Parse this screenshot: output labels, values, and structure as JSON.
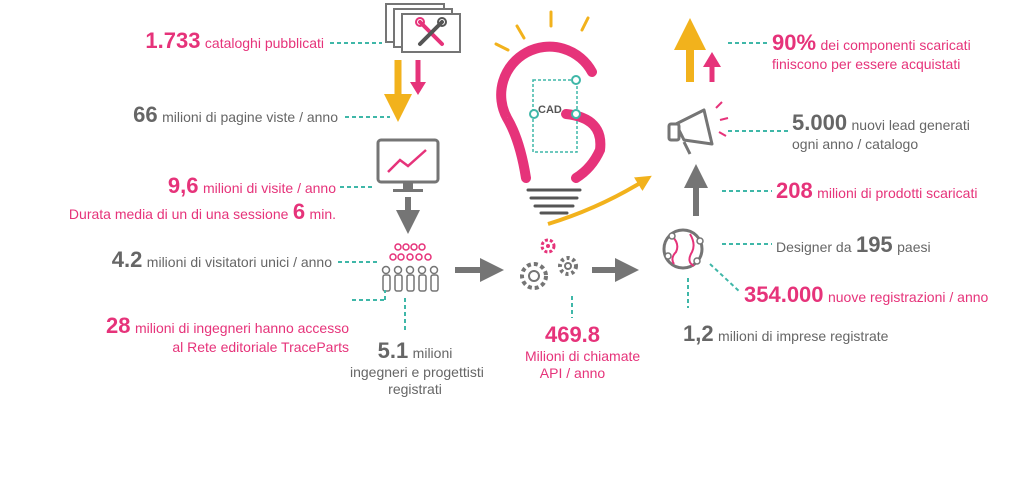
{
  "colors": {
    "pink": "#e6337a",
    "teal": "#3fb7a8",
    "gray": "#757575",
    "yellow": "#f2b21c"
  },
  "bulb": {
    "label": "CAD"
  },
  "stats": {
    "catalogs": {
      "value": "1.733",
      "text": "cataloghi pubblicati"
    },
    "pageviews": {
      "value": "66",
      "text": "milioni di pagine viste / anno"
    },
    "visits": {
      "value": "9,6",
      "text": "milioni di visite / anno",
      "line2": "Durata media di un di una sessione",
      "value2": "6",
      "unit2": "min."
    },
    "unique": {
      "value": "4.2",
      "text": "milioni di visitatori unici / anno"
    },
    "engineers": {
      "value": "28",
      "text": "milioni di ingegneri hanno accesso",
      "line2": "al Rete editoriale TraceParts"
    },
    "registered": {
      "value": "5.1",
      "text": "milioni",
      "line2": "ingegneri e progettisti",
      "line3": "registrati"
    },
    "api": {
      "value": "469.8",
      "line2": "Milioni di chiamate",
      "line3": "API / anno"
    },
    "purchase": {
      "value": "90%",
      "text": "dei componenti scaricati",
      "line2": "finiscono per essere acquistati"
    },
    "leads": {
      "value": "5.000",
      "text": "nuovi lead generati",
      "line2": "ogni anno / catalogo"
    },
    "downloads": {
      "value": "208",
      "text": "milioni di prodotti scaricati"
    },
    "designers": {
      "text": "Designer da",
      "value": "195",
      "text2": "paesi"
    },
    "newreg": {
      "value": "354.000",
      "text": "nuove registrazioni / anno"
    },
    "companies": {
      "value": "1,2",
      "text": "milioni di imprese registrate"
    }
  }
}
